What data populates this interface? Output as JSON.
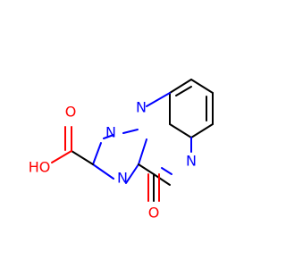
{
  "molecule": {
    "atoms": {
      "n1": "N",
      "n2": "N",
      "n3": "N",
      "n4": "N",
      "o_carbonyl": "O",
      "oh": "HO",
      "o_acid": "O"
    },
    "colors": {
      "bond": "#000000",
      "nitrogen": "#0000ff",
      "oxygen": "#ff0000",
      "background": "#ffffff"
    }
  }
}
